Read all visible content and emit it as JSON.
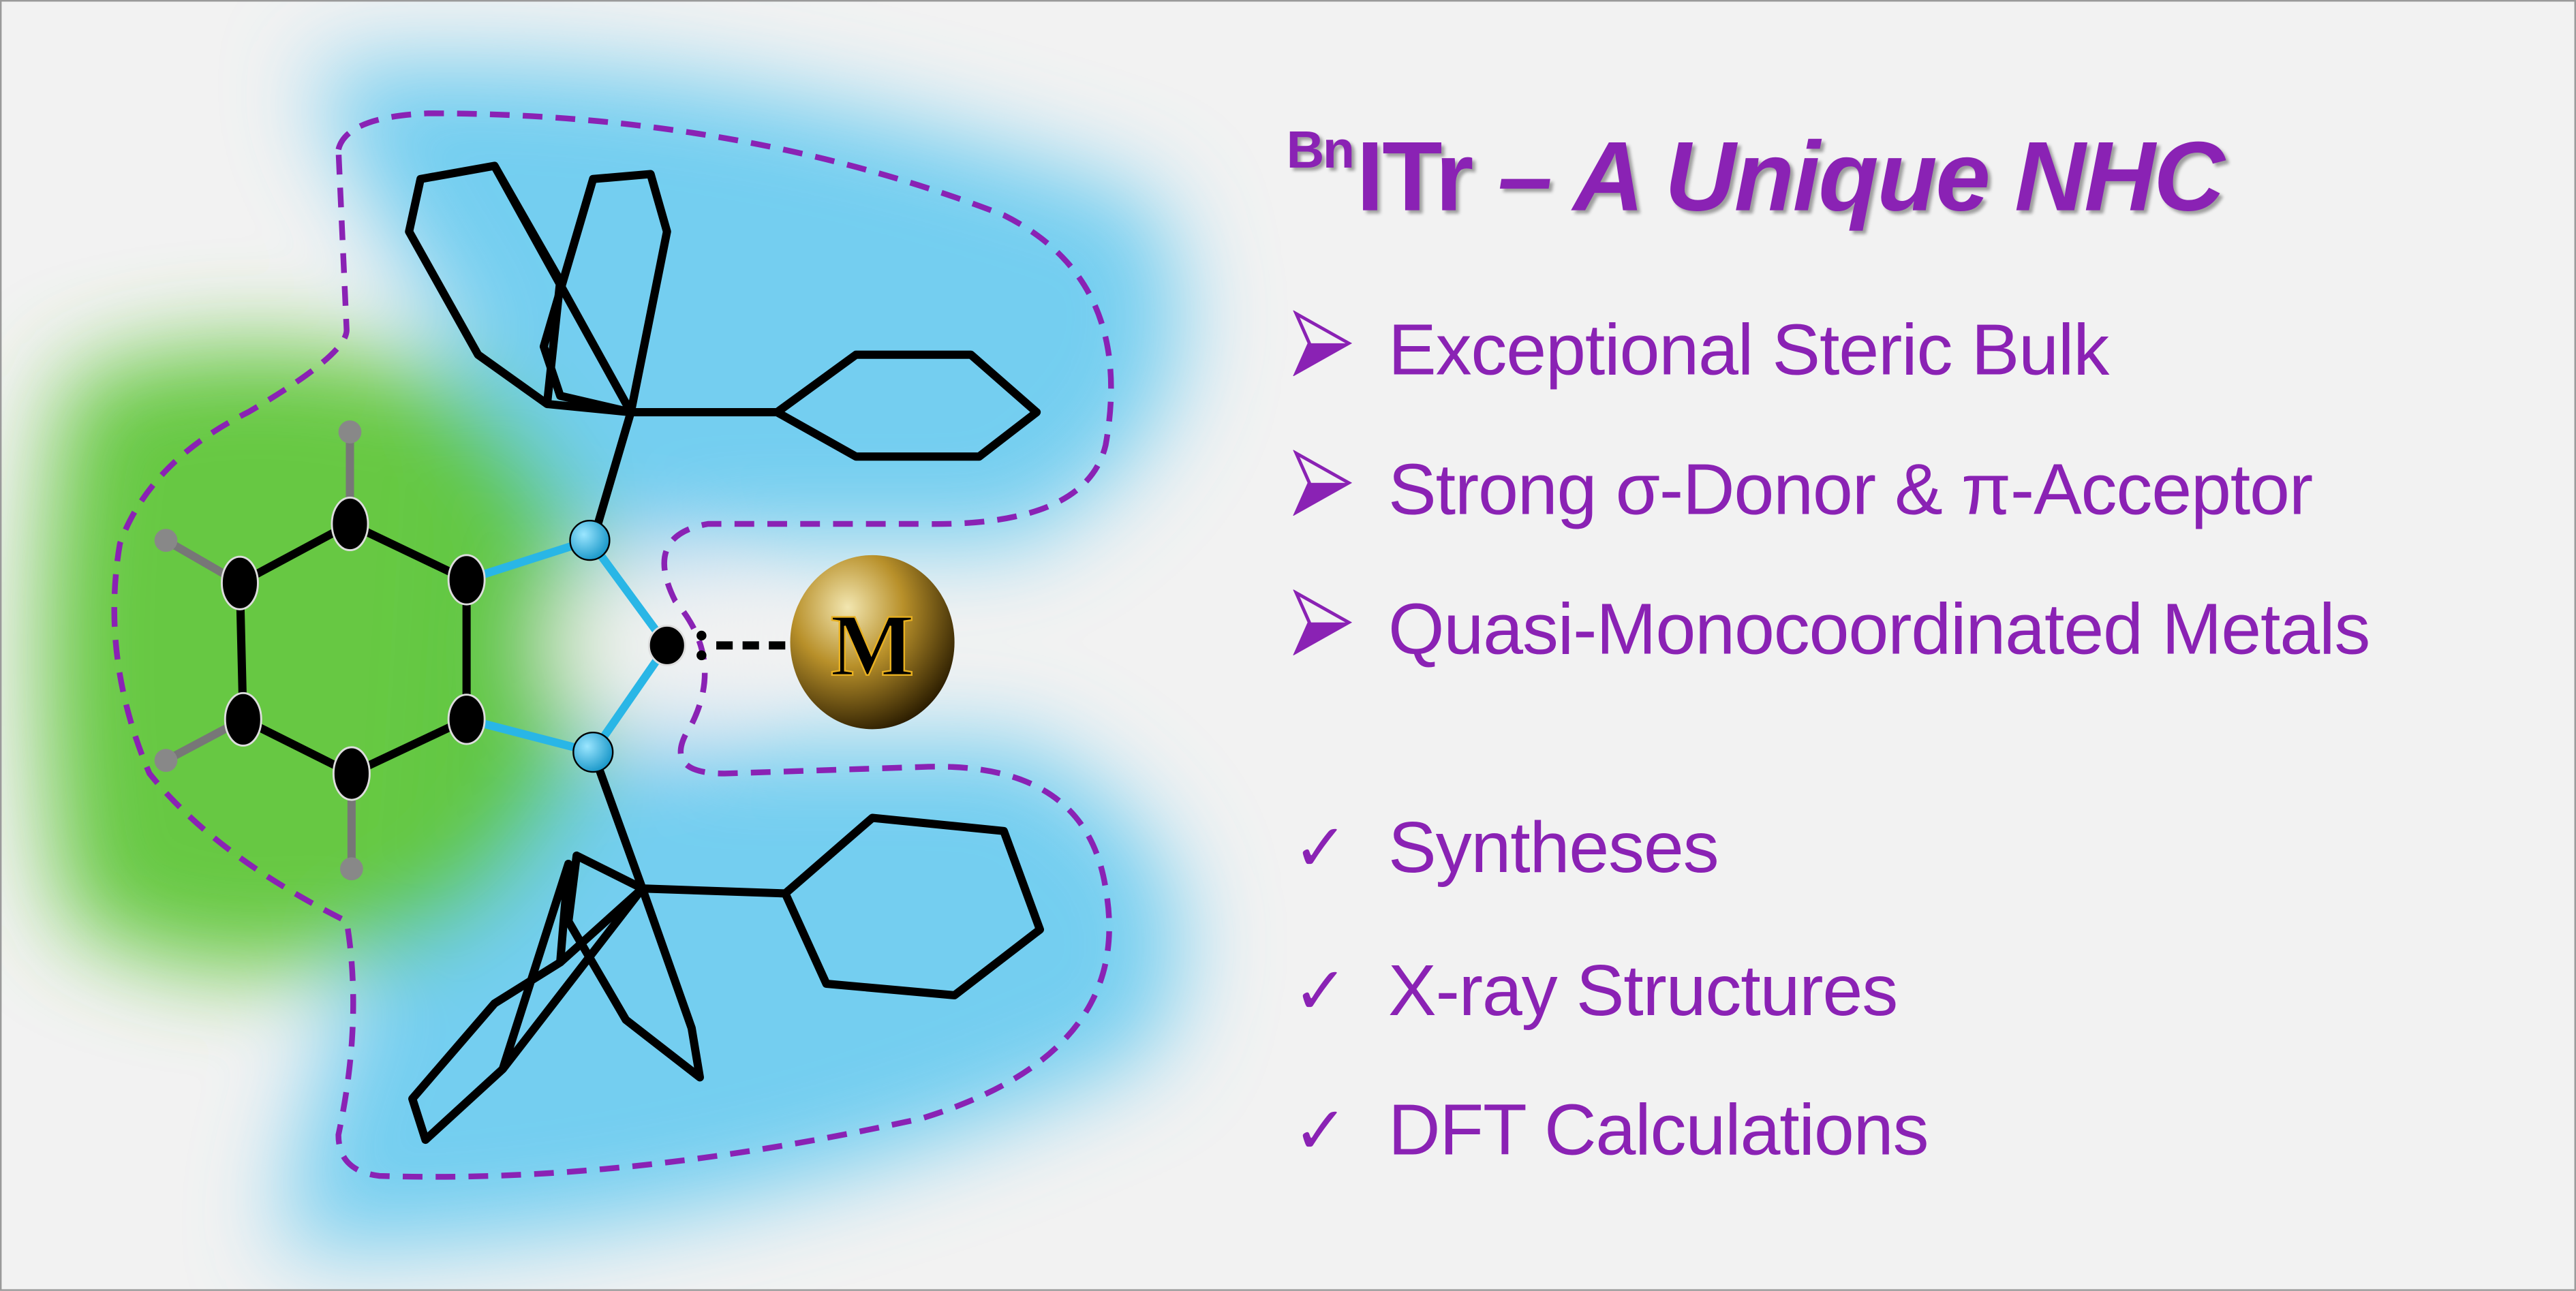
{
  "title": {
    "superscript": "Bn",
    "main": "ITr",
    "dash": " – ",
    "italic": "A Unique NHC"
  },
  "features": [
    {
      "icon": "arrowhead-bullet-icon",
      "label": "Exceptional Steric Bulk"
    },
    {
      "icon": "arrowhead-bullet-icon",
      "label": "Strong σ-Donor & π-Acceptor"
    },
    {
      "icon": "arrowhead-bullet-icon",
      "label": "Quasi-Monocoordinated Metals"
    }
  ],
  "checklist": [
    {
      "icon": "checkmark-icon",
      "label": "Syntheses"
    },
    {
      "icon": "checkmark-icon",
      "label": "X-ray Structures"
    },
    {
      "icon": "checkmark-icon",
      "label": "DFT Calculations"
    }
  ],
  "molecule": {
    "metal_label": "M"
  },
  "colors": {
    "accent": "#8a22b4",
    "steric_blue": "#5ec8f0",
    "backbone_green": "#5fc63a",
    "nitrogen": "#29b6e6",
    "metal_gold": "#b8902a"
  }
}
